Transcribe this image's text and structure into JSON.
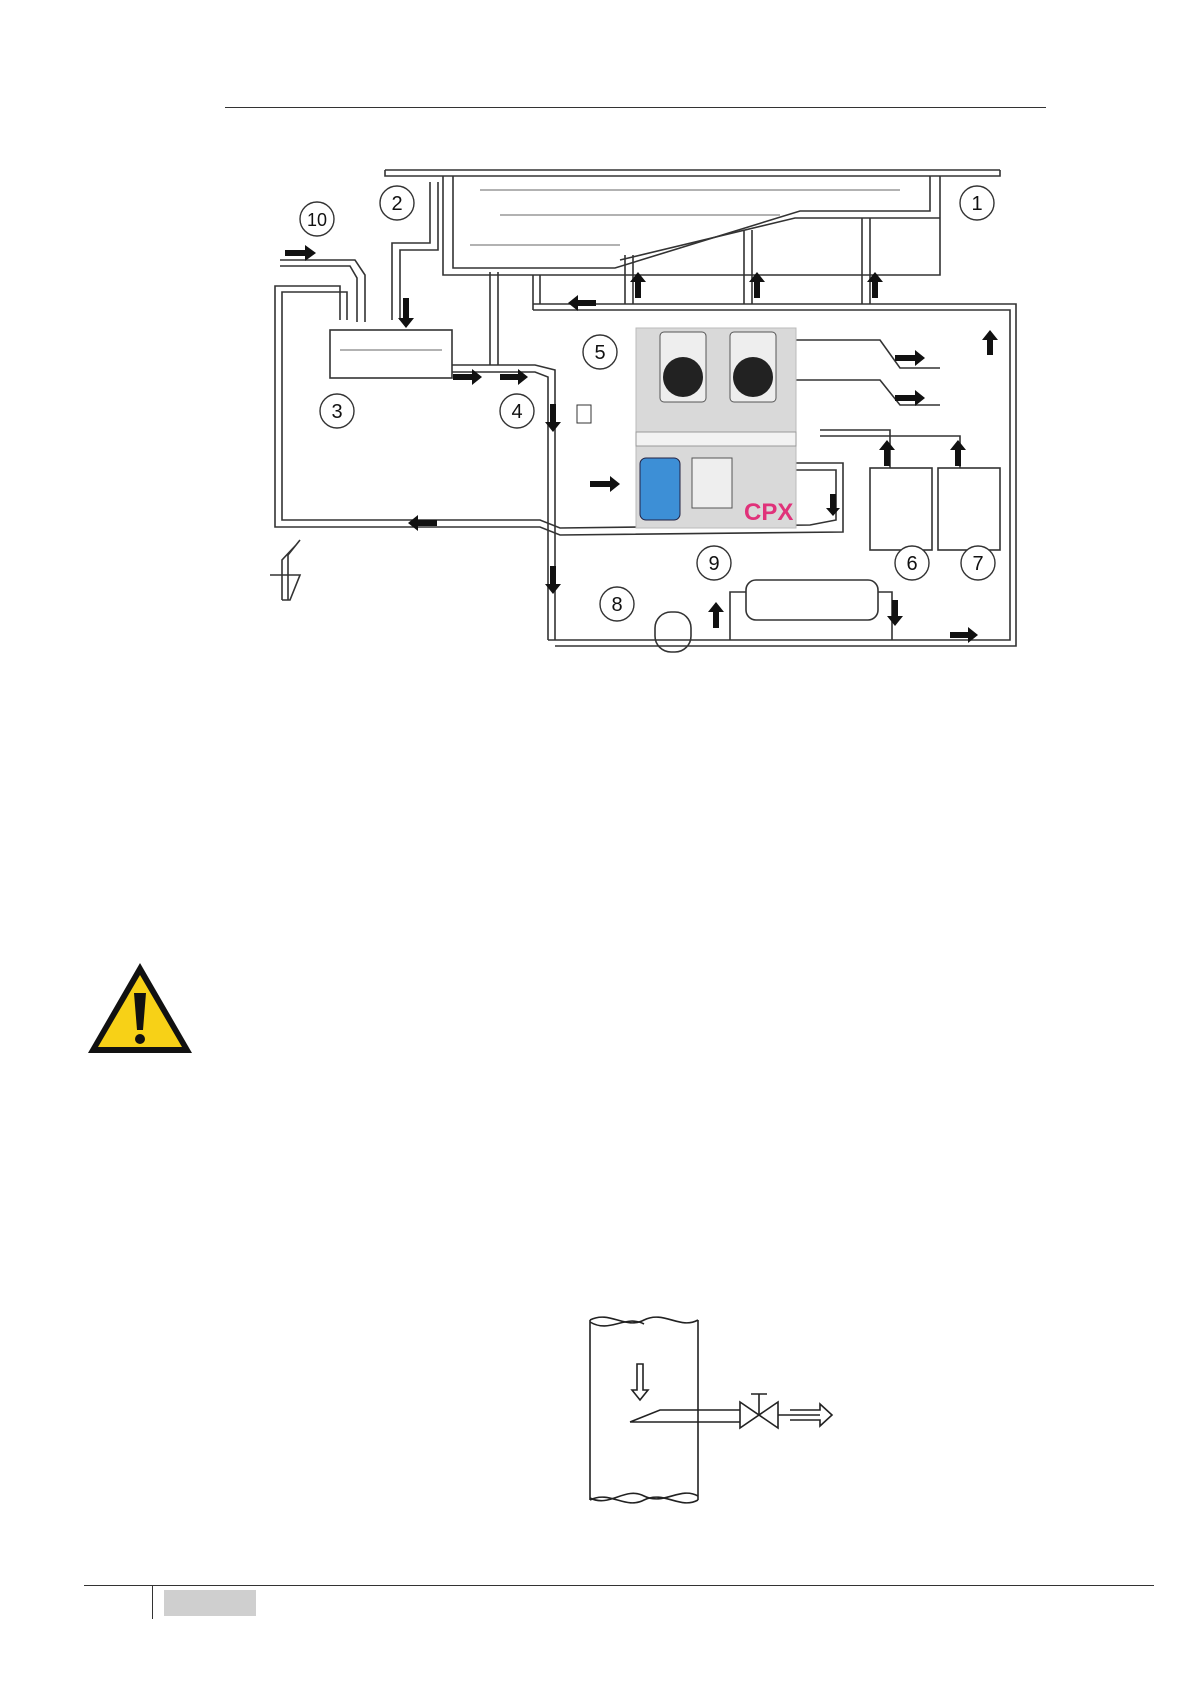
{
  "diagram": {
    "labels": [
      "1",
      "2",
      "3",
      "4",
      "5",
      "6",
      "7",
      "8",
      "9",
      "10"
    ],
    "logo_text": "CPX"
  },
  "colors": {
    "line": "#333333",
    "panel_gray": "#d9d9d9",
    "filter_blue": "#3d8fd6",
    "logo_pink": "#e0327a",
    "warning_yellow": "#f7d117"
  },
  "icons": {
    "warning": "warning-triangle-icon"
  }
}
